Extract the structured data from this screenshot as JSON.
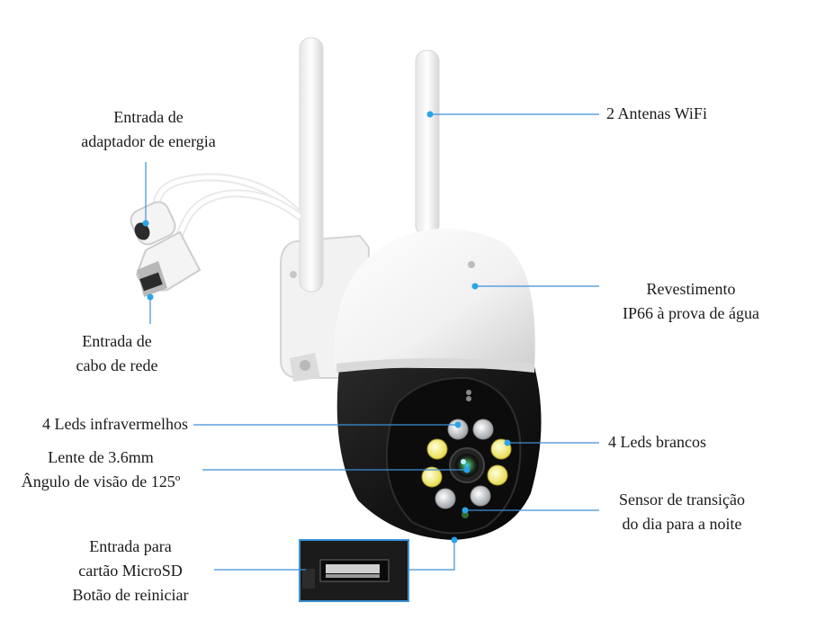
{
  "palette": {
    "leader": "#3d8fd6",
    "dot": "#2aa4ea",
    "dome_white": "#f4f4f4",
    "body_black": "#161616",
    "ir_led": "#cfd3d8",
    "white_led": "#f3ec7a"
  },
  "callouts": {
    "power_input": [
      "Entrada de",
      "adaptador de energia"
    ],
    "network_input": [
      "Entrada de",
      "cabo de rede"
    ],
    "ir_leds": [
      "4 Leds infravermelhos"
    ],
    "lens": [
      "Lente de 3.6mm",
      "Ângulo de visão de 125º"
    ],
    "microsd": [
      "Entrada para",
      "cartão MicroSD",
      "Botão de reiniciar"
    ],
    "antennas": [
      "2 Antenas WiFi"
    ],
    "housing": [
      "Revestimento",
      "IP66 à prova de água"
    ],
    "white_leds": [
      "4 Leds brancos"
    ],
    "day_night_sensor": [
      "Sensor de transição",
      "do dia para a noite"
    ]
  }
}
